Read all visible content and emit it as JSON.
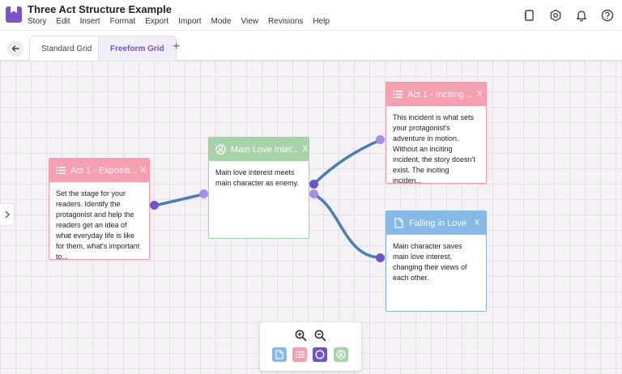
{
  "app": {
    "title": "Three Act Structure Example"
  },
  "menu": [
    "Story",
    "Edit",
    "Insert",
    "Format",
    "Export",
    "Import",
    "Mode",
    "View",
    "Revisions",
    "Help"
  ],
  "header_icons": [
    "notebook-icon",
    "settings-icon",
    "bell-icon",
    "help-icon"
  ],
  "tabs": [
    {
      "label": "Standard Grid",
      "active": false
    },
    {
      "label": "Freeform Grid",
      "active": true
    }
  ],
  "add_tab_label": "+",
  "cards": {
    "exposition": {
      "title": "Act 1 - Expositi...",
      "close": "X",
      "body": "Set the stage for your readers. Identify the protagonist and help the readers get an idea of what everyday life is like for them, what's important to...",
      "icon": "list-icon"
    },
    "love": {
      "title": "Main Love Inter...",
      "close": "X",
      "body": "Main love interest meets main character as enemy.",
      "icon": "person-icon"
    },
    "inciting": {
      "title": "Act 1 - Inciting ...",
      "close": "X",
      "body": "This incident is what sets your protagonist's adventure in motion. Without an inciting incident, the story doesn't exist. The inciting inciden...",
      "icon": "list-icon"
    },
    "falling": {
      "title": "Falling in Love",
      "close": "X",
      "body": "Main character saves main love interest, changing their views of each other.",
      "icon": "document-icon"
    }
  },
  "toolbar": {
    "zoom": [
      "zoom-in-icon",
      "zoom-out-icon"
    ],
    "tools": [
      {
        "name": "document-tool",
        "color": "#86b8e8"
      },
      {
        "name": "list-tool",
        "color": "#f4a0b1"
      },
      {
        "name": "circle-tool",
        "color": "#6f55c3"
      },
      {
        "name": "person-tool",
        "color": "#a7d3aa"
      }
    ]
  },
  "colors": {
    "accent": "#6f55c3",
    "link": "#4a7fb5",
    "pink": "#f4a0b1",
    "green": "#a7d3aa",
    "blue": "#86b8e8"
  }
}
